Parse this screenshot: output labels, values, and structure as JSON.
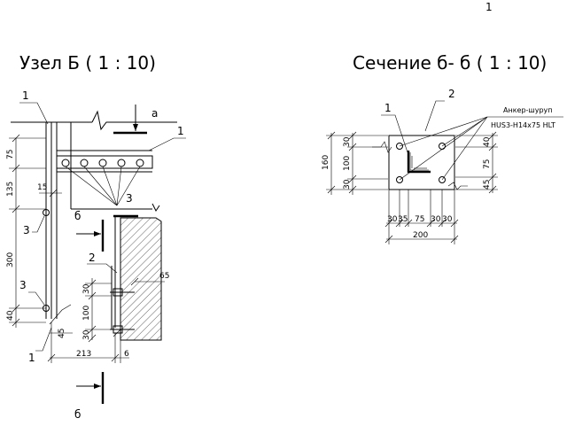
{
  "sheet_number": "1",
  "left_view": {
    "title": "Узел Б ( 1 : 10)",
    "section_label_top": "а",
    "callouts": [
      "1",
      "1",
      "3",
      "3",
      "3",
      "2",
      "1"
    ],
    "section_mark": "б",
    "vertical_dims": [
      "75",
      "135",
      "300",
      "40",
      "30",
      "100",
      "30"
    ],
    "horizontal_dims": [
      "15",
      "45",
      "213",
      "6",
      "65"
    ]
  },
  "right_view": {
    "title": "Сечение б- б ( 1 : 10)",
    "callouts": [
      "1",
      "2"
    ],
    "anchor_note_line1": "Анкер-шуруп",
    "anchor_note_line2": "HUS3-H14x75 HLT",
    "left_dims": [
      "160",
      "30",
      "100",
      "30"
    ],
    "right_dims": [
      "40",
      "75",
      "45"
    ],
    "bottom_dims": [
      "30",
      "35",
      "75",
      "30",
      "30"
    ],
    "total_width": "200"
  },
  "colors": {
    "ink": "#000000",
    "paper": "#ffffff"
  }
}
